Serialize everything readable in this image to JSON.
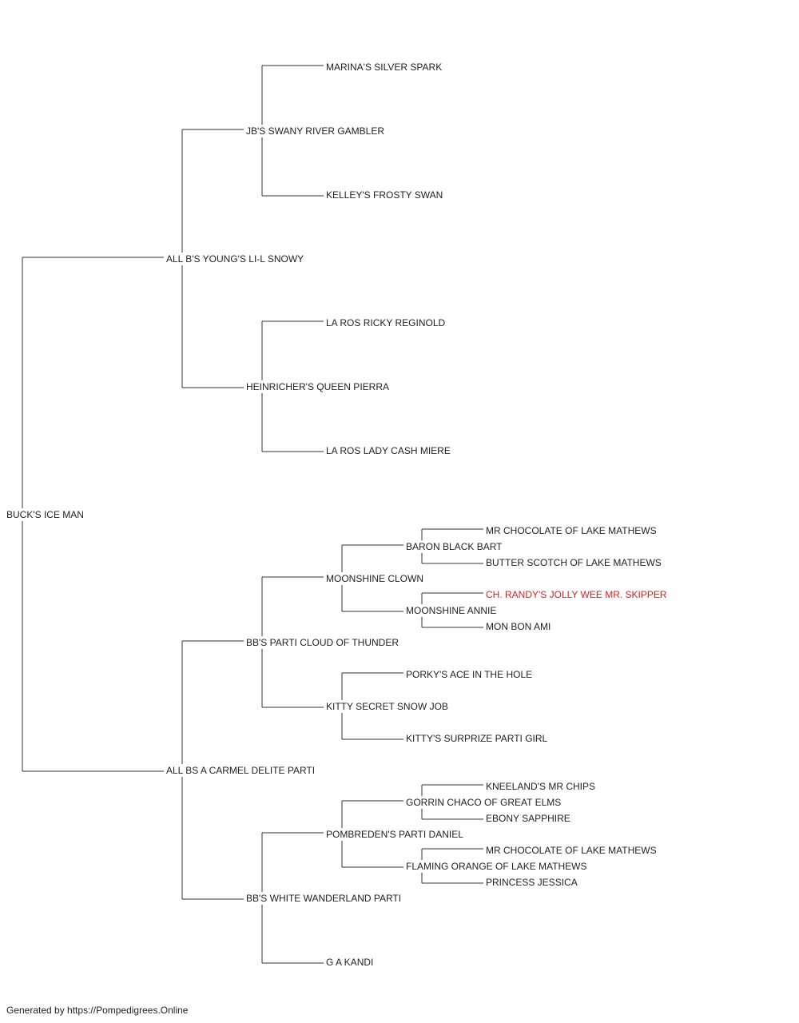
{
  "pedigree": {
    "subject": "BUCK'S ICE MAN",
    "sire": {
      "name": "ALL B'S YOUNG'S LI-L SNOWY",
      "sire": {
        "name": "JB'S SWANY RIVER GAMBLER",
        "sire": {
          "name": "MARINA'S SILVER SPARK"
        },
        "dam": {
          "name": "KELLEY'S FROSTY SWAN"
        }
      },
      "dam": {
        "name": "HEINRICHER'S QUEEN PIERRA",
        "sire": {
          "name": "LA ROS RICKY REGINOLD"
        },
        "dam": {
          "name": "LA ROS LADY CASH MIERE"
        }
      }
    },
    "dam": {
      "name": "ALL BS A CARMEL DELITE PARTI",
      "sire": {
        "name": "BB'S PARTI CLOUD OF THUNDER",
        "sire": {
          "name": "MOONSHINE CLOWN",
          "sire": {
            "name": "BARON BLACK BART",
            "sire": {
              "name": "MR CHOCOLATE OF LAKE MATHEWS"
            },
            "dam": {
              "name": "BUTTER SCOTCH OF LAKE MATHEWS"
            }
          },
          "dam": {
            "name": "MOONSHINE ANNIE",
            "sire": {
              "name": "CH. RANDY'S JOLLY WEE MR. SKIPPER",
              "highlight_color": "#dd2222"
            },
            "dam": {
              "name": "MON BON AMI"
            }
          }
        },
        "dam": {
          "name": "KITTY SECRET SNOW JOB",
          "sire": {
            "name": "PORKY'S ACE IN THE HOLE"
          },
          "dam": {
            "name": "KITTY'S SURPRIZE PARTI GIRL"
          }
        }
      },
      "dam": {
        "name": "BB'S WHITE WANDERLAND PARTI",
        "sire": {
          "name": "POMBREDEN'S PARTI DANIEL",
          "sire": {
            "name": "GORRIN CHACO OF GREAT ELMS",
            "sire": {
              "name": "KNEELAND'S MR CHIPS"
            },
            "dam": {
              "name": "EBONY SAPPHIRE"
            }
          },
          "dam": {
            "name": "FLAMING ORANGE OF LAKE MATHEWS",
            "sire": {
              "name": "MR CHOCOLATE OF LAKE MATHEWS"
            },
            "dam": {
              "name": "PRINCESS JESSICA"
            }
          }
        },
        "dam": {
          "name": "G A KANDI"
        }
      }
    }
  },
  "footer": "Generated by https://Pompedigrees.Online"
}
